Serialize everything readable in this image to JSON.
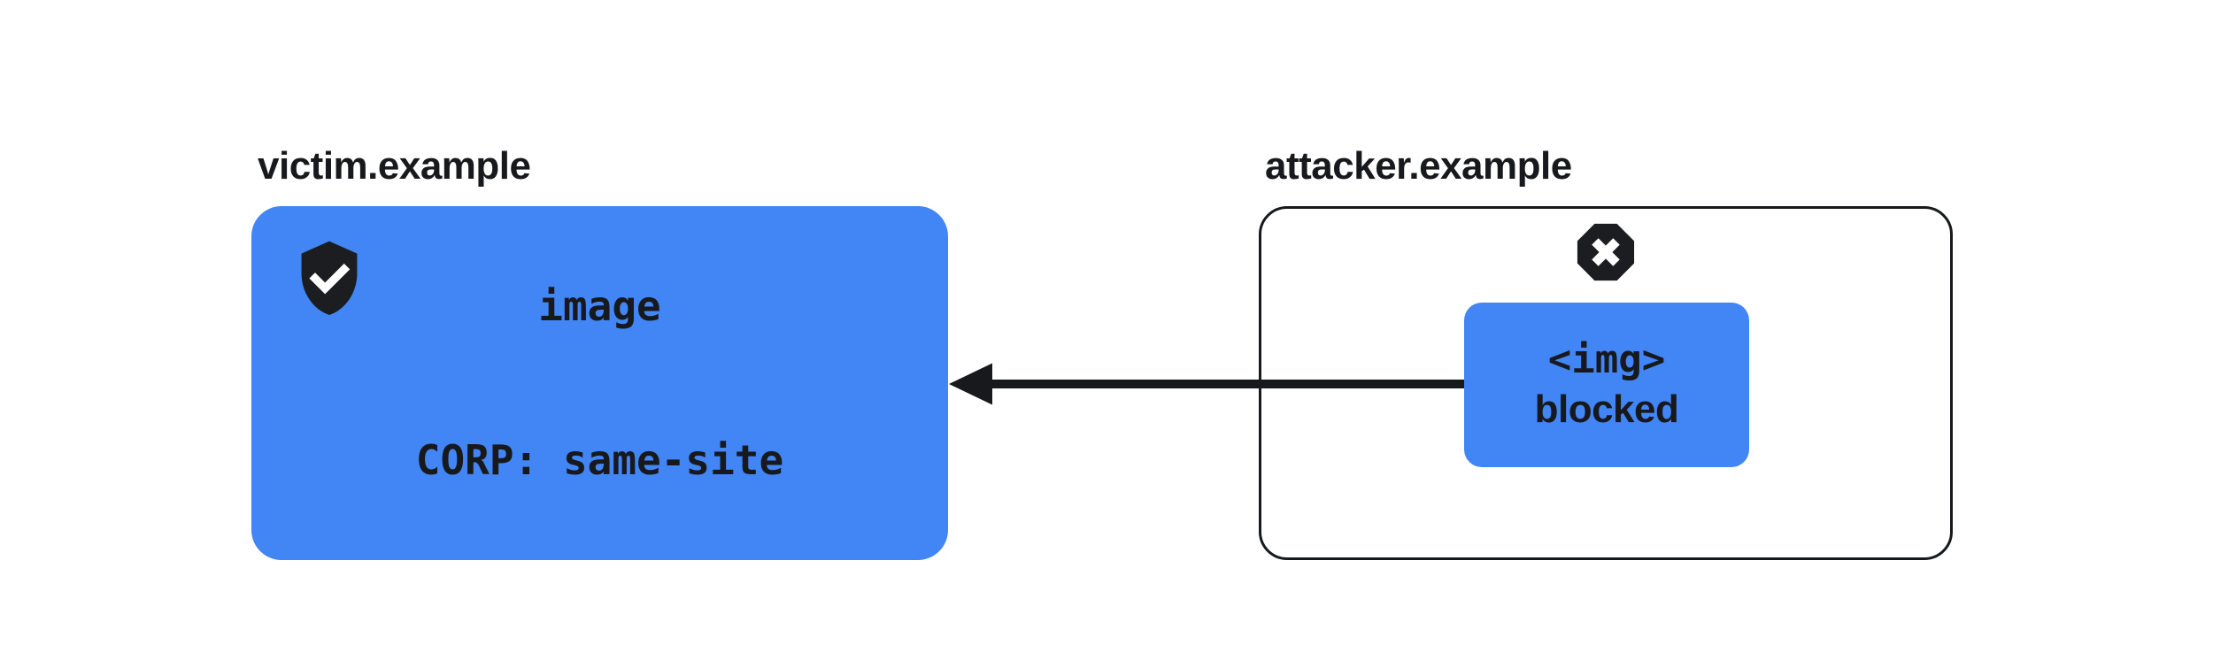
{
  "colors": {
    "background": "#ffffff",
    "accent_blue": "#4285f4",
    "ink": "#17191d"
  },
  "victim": {
    "label": "victim.example",
    "icon": "shield with checkmark",
    "resource_lines": [
      "image",
      "CORP: same-site"
    ]
  },
  "attacker": {
    "label": "attacker.example",
    "icon": "octagon with x (blocked)",
    "request_lines": [
      "<img>",
      "blocked"
    ]
  },
  "arrow": {
    "direction": "right-to-left"
  }
}
